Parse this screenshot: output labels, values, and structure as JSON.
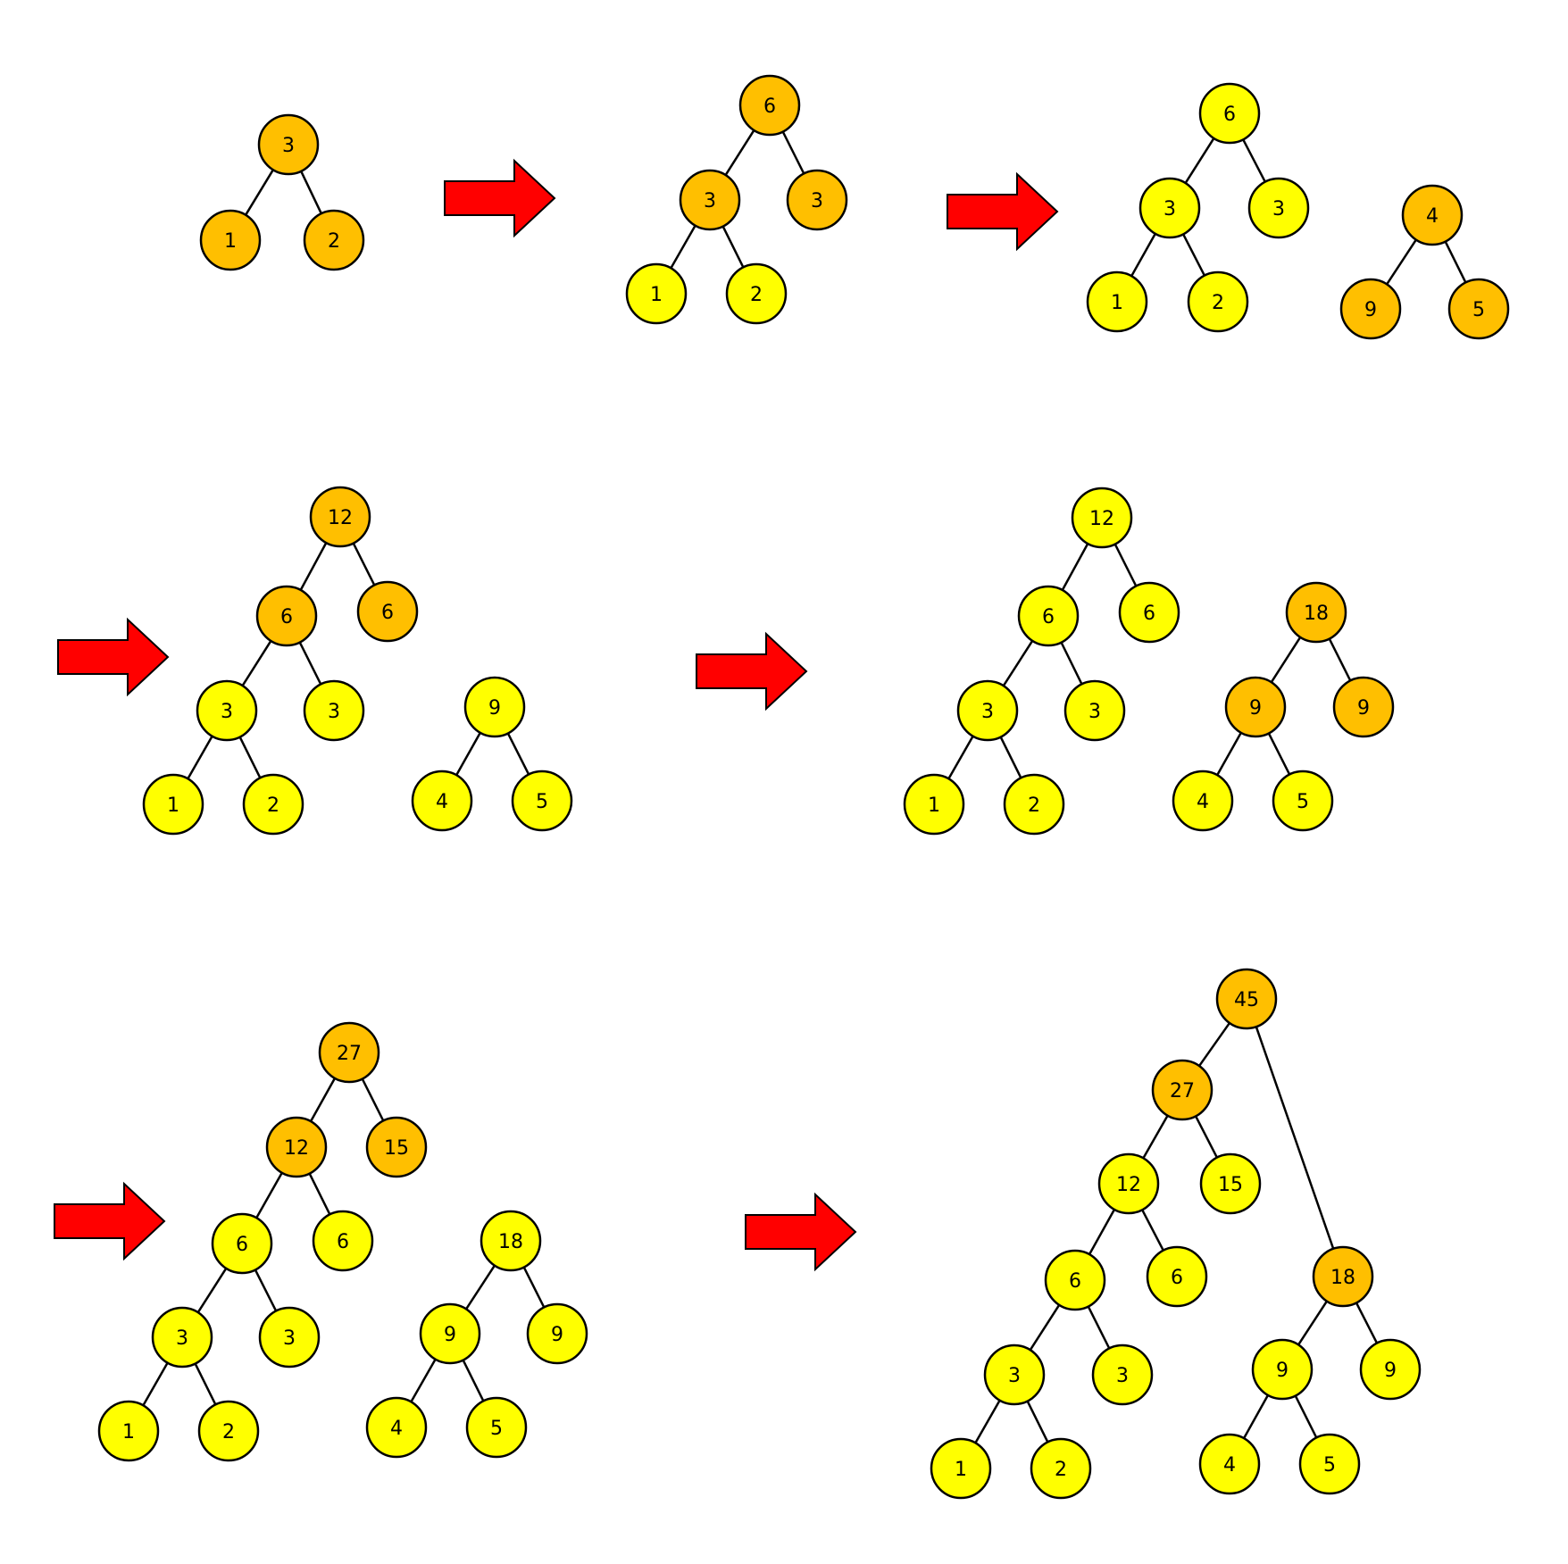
{
  "colors": {
    "highlight": "#FFBF00",
    "normal": "#FFFF00",
    "arrow": "#FF0000"
  },
  "steps": [
    {
      "nodes": [
        {
          "id": "a",
          "label": "3",
          "state": "highlight"
        },
        {
          "id": "b",
          "label": "1",
          "state": "highlight"
        },
        {
          "id": "c",
          "label": "2",
          "state": "highlight"
        }
      ],
      "edges": [
        [
          "a",
          "b"
        ],
        [
          "a",
          "c"
        ]
      ]
    },
    {
      "nodes": [
        {
          "id": "r",
          "label": "6",
          "state": "highlight"
        },
        {
          "id": "a",
          "label": "3",
          "state": "highlight"
        },
        {
          "id": "d",
          "label": "3",
          "state": "highlight"
        },
        {
          "id": "b",
          "label": "1",
          "state": "normal"
        },
        {
          "id": "c",
          "label": "2",
          "state": "normal"
        }
      ],
      "edges": [
        [
          "r",
          "a"
        ],
        [
          "r",
          "d"
        ],
        [
          "a",
          "b"
        ],
        [
          "a",
          "c"
        ]
      ]
    },
    {
      "nodes": [
        {
          "id": "r",
          "label": "6",
          "state": "normal"
        },
        {
          "id": "a",
          "label": "3",
          "state": "normal"
        },
        {
          "id": "d",
          "label": "3",
          "state": "normal"
        },
        {
          "id": "b",
          "label": "1",
          "state": "normal"
        },
        {
          "id": "c",
          "label": "2",
          "state": "normal"
        },
        {
          "id": "e",
          "label": "4",
          "state": "highlight"
        },
        {
          "id": "f",
          "label": "9",
          "state": "highlight"
        },
        {
          "id": "g",
          "label": "5",
          "state": "highlight"
        }
      ],
      "edges": [
        [
          "r",
          "a"
        ],
        [
          "r",
          "d"
        ],
        [
          "a",
          "b"
        ],
        [
          "a",
          "c"
        ],
        [
          "e",
          "f"
        ],
        [
          "e",
          "g"
        ]
      ]
    },
    {
      "nodes": [
        {
          "id": "t",
          "label": "12",
          "state": "highlight"
        },
        {
          "id": "r",
          "label": "6",
          "state": "highlight"
        },
        {
          "id": "h",
          "label": "6",
          "state": "highlight"
        },
        {
          "id": "a",
          "label": "3",
          "state": "normal"
        },
        {
          "id": "d",
          "label": "3",
          "state": "normal"
        },
        {
          "id": "b",
          "label": "1",
          "state": "normal"
        },
        {
          "id": "c",
          "label": "2",
          "state": "normal"
        },
        {
          "id": "e",
          "label": "9",
          "state": "normal"
        },
        {
          "id": "f",
          "label": "4",
          "state": "normal"
        },
        {
          "id": "g",
          "label": "5",
          "state": "normal"
        }
      ],
      "edges": [
        [
          "t",
          "r"
        ],
        [
          "t",
          "h"
        ],
        [
          "r",
          "a"
        ],
        [
          "r",
          "d"
        ],
        [
          "a",
          "b"
        ],
        [
          "a",
          "c"
        ],
        [
          "e",
          "f"
        ],
        [
          "e",
          "g"
        ]
      ]
    },
    {
      "nodes": [
        {
          "id": "t",
          "label": "12",
          "state": "normal"
        },
        {
          "id": "r",
          "label": "6",
          "state": "normal"
        },
        {
          "id": "h",
          "label": "6",
          "state": "normal"
        },
        {
          "id": "a",
          "label": "3",
          "state": "normal"
        },
        {
          "id": "d",
          "label": "3",
          "state": "normal"
        },
        {
          "id": "b",
          "label": "1",
          "state": "normal"
        },
        {
          "id": "c",
          "label": "2",
          "state": "normal"
        },
        {
          "id": "u",
          "label": "18",
          "state": "highlight"
        },
        {
          "id": "e",
          "label": "9",
          "state": "highlight"
        },
        {
          "id": "i",
          "label": "9",
          "state": "highlight"
        },
        {
          "id": "f",
          "label": "4",
          "state": "normal"
        },
        {
          "id": "g",
          "label": "5",
          "state": "normal"
        }
      ],
      "edges": [
        [
          "t",
          "r"
        ],
        [
          "t",
          "h"
        ],
        [
          "r",
          "a"
        ],
        [
          "r",
          "d"
        ],
        [
          "a",
          "b"
        ],
        [
          "a",
          "c"
        ],
        [
          "u",
          "e"
        ],
        [
          "u",
          "i"
        ],
        [
          "e",
          "f"
        ],
        [
          "e",
          "g"
        ]
      ]
    },
    {
      "nodes": [
        {
          "id": "v",
          "label": "27",
          "state": "highlight"
        },
        {
          "id": "t",
          "label": "12",
          "state": "highlight"
        },
        {
          "id": "j",
          "label": "15",
          "state": "highlight"
        },
        {
          "id": "r",
          "label": "6",
          "state": "normal"
        },
        {
          "id": "h",
          "label": "6",
          "state": "normal"
        },
        {
          "id": "a",
          "label": "3",
          "state": "normal"
        },
        {
          "id": "d",
          "label": "3",
          "state": "normal"
        },
        {
          "id": "b",
          "label": "1",
          "state": "normal"
        },
        {
          "id": "c",
          "label": "2",
          "state": "normal"
        },
        {
          "id": "u",
          "label": "18",
          "state": "normal"
        },
        {
          "id": "e",
          "label": "9",
          "state": "normal"
        },
        {
          "id": "i",
          "label": "9",
          "state": "normal"
        },
        {
          "id": "f",
          "label": "4",
          "state": "normal"
        },
        {
          "id": "g",
          "label": "5",
          "state": "normal"
        }
      ],
      "edges": [
        [
          "v",
          "t"
        ],
        [
          "v",
          "j"
        ],
        [
          "t",
          "r"
        ],
        [
          "t",
          "h"
        ],
        [
          "r",
          "a"
        ],
        [
          "r",
          "d"
        ],
        [
          "a",
          "b"
        ],
        [
          "a",
          "c"
        ],
        [
          "u",
          "e"
        ],
        [
          "u",
          "i"
        ],
        [
          "e",
          "f"
        ],
        [
          "e",
          "g"
        ]
      ]
    },
    {
      "nodes": [
        {
          "id": "w",
          "label": "45",
          "state": "highlight"
        },
        {
          "id": "v",
          "label": "27",
          "state": "highlight"
        },
        {
          "id": "t",
          "label": "12",
          "state": "normal"
        },
        {
          "id": "j",
          "label": "15",
          "state": "normal"
        },
        {
          "id": "r",
          "label": "6",
          "state": "normal"
        },
        {
          "id": "h",
          "label": "6",
          "state": "normal"
        },
        {
          "id": "a",
          "label": "3",
          "state": "normal"
        },
        {
          "id": "d",
          "label": "3",
          "state": "normal"
        },
        {
          "id": "b",
          "label": "1",
          "state": "normal"
        },
        {
          "id": "c",
          "label": "2",
          "state": "normal"
        },
        {
          "id": "u",
          "label": "18",
          "state": "highlight"
        },
        {
          "id": "e",
          "label": "9",
          "state": "normal"
        },
        {
          "id": "i",
          "label": "9",
          "state": "normal"
        },
        {
          "id": "f",
          "label": "4",
          "state": "normal"
        },
        {
          "id": "g",
          "label": "5",
          "state": "normal"
        }
      ],
      "edges": [
        [
          "w",
          "v"
        ],
        [
          "w",
          "u"
        ],
        [
          "v",
          "t"
        ],
        [
          "v",
          "j"
        ],
        [
          "t",
          "r"
        ],
        [
          "t",
          "h"
        ],
        [
          "r",
          "a"
        ],
        [
          "r",
          "d"
        ],
        [
          "a",
          "b"
        ],
        [
          "a",
          "c"
        ],
        [
          "u",
          "e"
        ],
        [
          "u",
          "i"
        ],
        [
          "e",
          "f"
        ],
        [
          "e",
          "g"
        ]
      ]
    }
  ],
  "arrow_count": 6
}
